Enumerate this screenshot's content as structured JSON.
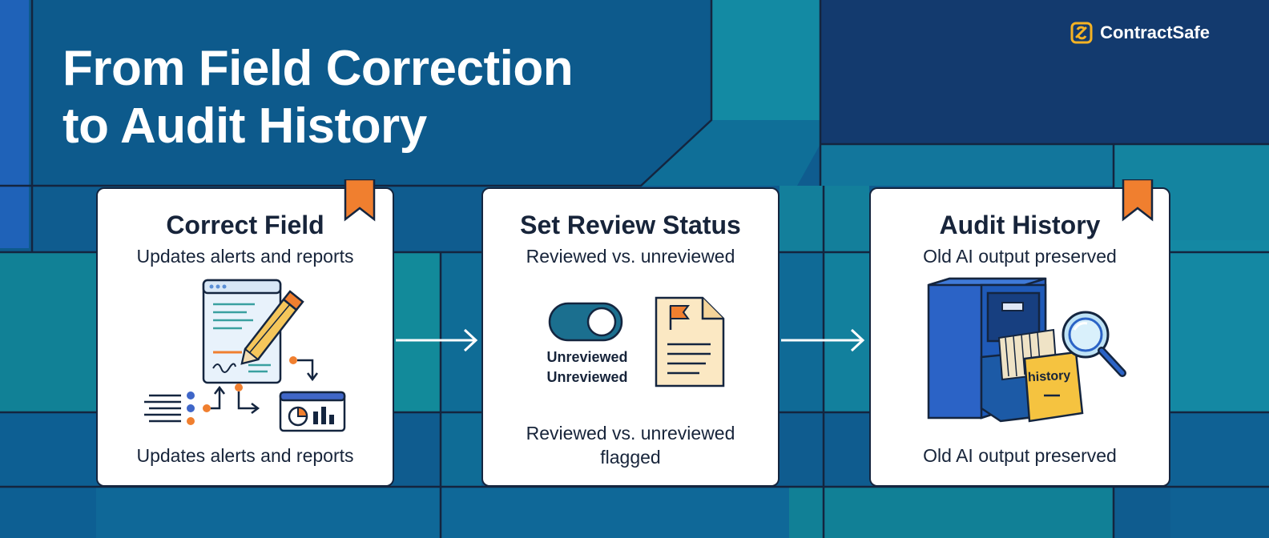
{
  "title": {
    "line1": "From Field Correction",
    "line2": "to Audit History"
  },
  "brand": {
    "name": "ContractSafe",
    "icon": "contractsafe-logo-icon"
  },
  "steps": [
    {
      "heading": "Correct Field",
      "subtitle": "Updates alerts and reports",
      "caption": "Updates alerts and reports",
      "icons": [
        "document-edit-icon",
        "pencil-icon",
        "data-flow-icon",
        "dashboard-chart-icon",
        "bookmark-ribbon-icon"
      ]
    },
    {
      "heading": "Set Review Status",
      "subtitle": "Reviewed vs. unreviewed",
      "toggle_label_1": "Unreviewed",
      "toggle_label_2": "Unreviewed",
      "caption_line1": "Reviewed vs. unreviewed",
      "caption_line2": "flagged",
      "icons": [
        "toggle-switch-icon",
        "flagged-document-icon"
      ]
    },
    {
      "heading": "Audit History",
      "subtitle": "Old AI output preserved",
      "folder_label": "history",
      "caption": "Old AI output preserved",
      "icons": [
        "file-cabinet-icon",
        "magnifier-icon",
        "bookmark-ribbon-icon"
      ]
    }
  ],
  "colors": {
    "navy": "#14253f",
    "accent_orange": "#f07f2f",
    "brand_gold": "#f5b324",
    "teal": "#1a7f96",
    "blue": "#1f5fb8"
  }
}
